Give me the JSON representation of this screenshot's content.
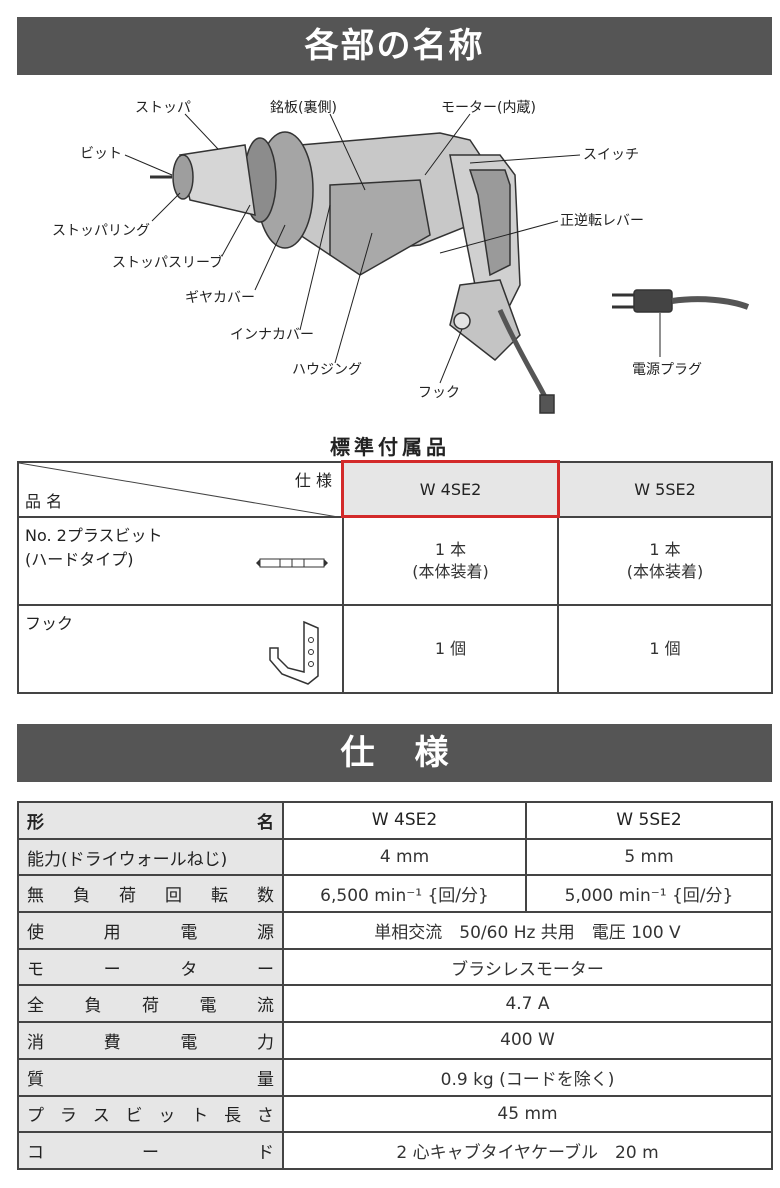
{
  "section1_title": "各部の名称",
  "parts": {
    "stopper": "ストッパ",
    "nameplate": "銘板(裏側)",
    "motor": "モーター(内蔵)",
    "bit": "ビット",
    "switch": "スイッチ",
    "stopper_ring": "ストッパリング",
    "reverse_lever": "正逆転レバー",
    "stopper_sleeve": "ストッパスリーブ",
    "gear_cover": "ギヤカバー",
    "inner_cover": "インナカバー",
    "housing": "ハウジング",
    "hook": "フック",
    "power_plug": "電源プラグ"
  },
  "accessories": {
    "title": "標準付属品",
    "spec_label": "仕 様",
    "item_label": "品 名",
    "models": [
      "W 4SE2",
      "W 5SE2"
    ],
    "rows": [
      {
        "name_line1": "No. 2プラスビット",
        "name_line2": "(ハードタイプ)",
        "icon": "bit-icon",
        "values": [
          [
            "1 本",
            "(本体装着)"
          ],
          [
            "1 本",
            "(本体装着)"
          ]
        ]
      },
      {
        "name_line1": "フック",
        "name_line2": "",
        "icon": "hook-icon",
        "values": [
          [
            "1 個",
            ""
          ],
          [
            "1 個",
            ""
          ]
        ]
      }
    ]
  },
  "section2_title": "仕様",
  "specs": {
    "header_label_left": "形",
    "header_label_right": "名",
    "models": [
      "W 4SE2",
      "W 5SE2"
    ],
    "rows": [
      {
        "label": [
          "能力(ドライウォールねじ)"
        ],
        "values": [
          "4 mm",
          "5 mm"
        ]
      },
      {
        "label": [
          "無",
          "負",
          "荷",
          "回",
          "転",
          "数"
        ],
        "values": [
          "6,500 min⁻¹ {回/分}",
          "5,000 min⁻¹ {回/分}"
        ]
      },
      {
        "label": [
          "使",
          "用",
          "電",
          "源"
        ],
        "value": "単相交流　50/60 Hz 共用　電圧 100 V"
      },
      {
        "label": [
          "モ",
          "ー",
          "タ",
          "ー"
        ],
        "value": "ブラシレスモーター"
      },
      {
        "label": [
          "全",
          "負",
          "荷",
          "電",
          "流"
        ],
        "value": "4.7 A"
      },
      {
        "label": [
          "消",
          "費",
          "電",
          "力"
        ],
        "value": "400 W"
      },
      {
        "label": [
          "質",
          "量"
        ],
        "value": "0.9 kg (コードを除く)"
      },
      {
        "label": [
          "プ",
          "ラ",
          "ス",
          "ビ",
          "ッ",
          "ト",
          "長",
          "さ"
        ],
        "value": "45 mm"
      },
      {
        "label": [
          "コ",
          "ー",
          "ド"
        ],
        "value": "2 心キャブタイヤケーブル　20 m"
      }
    ]
  }
}
